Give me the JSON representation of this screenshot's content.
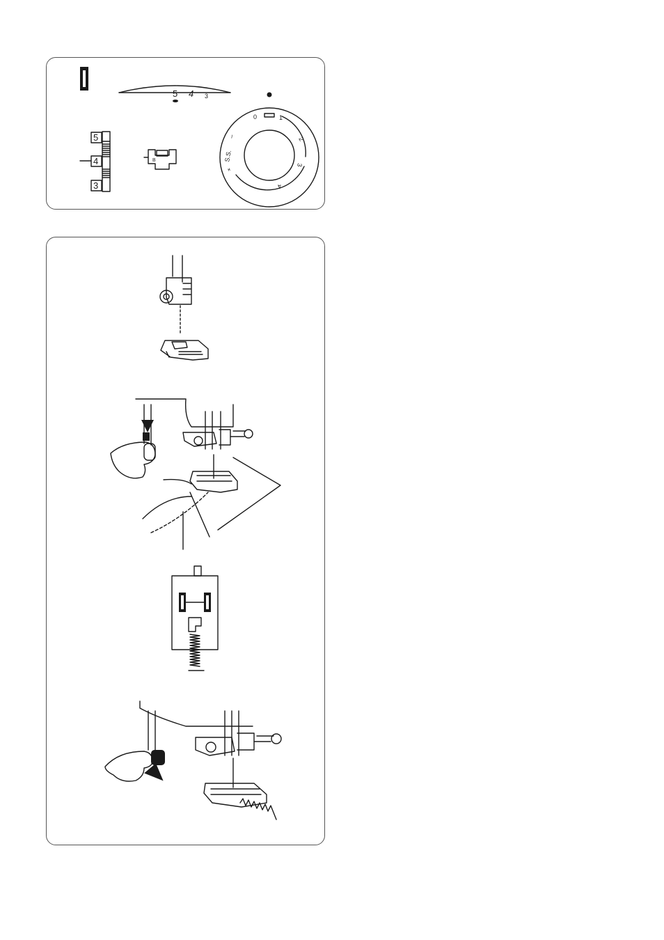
{
  "top_panel": {
    "pattern_number": "0",
    "width_scale_labels": [
      "5",
      "4",
      "3"
    ],
    "tension_scale_labels": [
      "5",
      "4",
      "3"
    ],
    "presser_foot_letter": "B",
    "dial_labels": [
      "0",
      "1",
      "2",
      "3",
      "4"
    ],
    "dial_ss_label": "S.S.",
    "dial_plus_label": "+",
    "dial_minus_label": "–"
  },
  "bottom_panel": {
    "figures": [
      "attach-foot",
      "sew-edge-fabric",
      "foot-stitch-diagram",
      "raise-lever"
    ]
  }
}
